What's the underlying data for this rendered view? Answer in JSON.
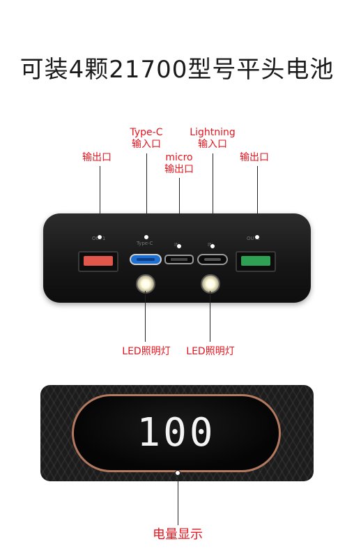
{
  "title": "可装4颗21700型号平头电池",
  "labels": {
    "output_left": "输出口",
    "typec_line1": "Type-C",
    "typec_line2": "输入口",
    "micro_line1": "micro",
    "micro_line2": "输出口",
    "lightning_line1": "Lightning",
    "lightning_line2": "输入口",
    "output_right": "输出口",
    "led_left": "LED照明灯",
    "led_right": "LED照明灯",
    "display": "电量显示"
  },
  "port_captions": {
    "left_usb": "OUT1",
    "typec": "Type-C",
    "micro": "IN",
    "lightning": "IN",
    "right_usb": "OUT2"
  },
  "display_value": "100",
  "colors": {
    "label_red": "#e5141d",
    "usb_left": "#e2574b",
    "usb_right": "#2fa154",
    "typec": "#1f6fd0",
    "display_ring": "#b3795f"
  }
}
